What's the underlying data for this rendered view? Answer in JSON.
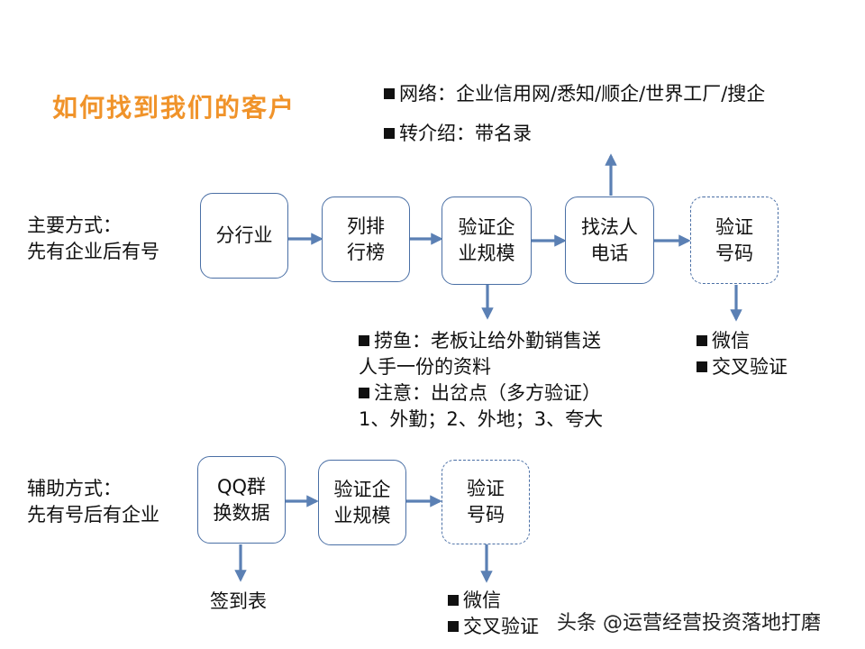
{
  "title": "如何找到我们的客户",
  "top_notes": {
    "line1": "网络：企业信用网/悉知/顺企/世界工厂/搜企",
    "line2": "转介绍：带名录"
  },
  "main_method": {
    "label_line1": "主要方式：",
    "label_line2": "先有企业后有号",
    "steps": [
      {
        "line1": "分行业",
        "line2": ""
      },
      {
        "line1": "列排",
        "line2": "行榜"
      },
      {
        "line1": "验证企",
        "line2": "业规模"
      },
      {
        "line1": "找法人",
        "line2": "电话"
      },
      {
        "line1": "验证",
        "line2": "号码"
      }
    ],
    "fishing_notes": {
      "line1": "捞鱼：老板让给外勤销售送",
      "line2": "人手一份的资料",
      "line3": "注意：出岔点（多方验证）",
      "line4": "1、外勤；2、外地；3、夸大"
    },
    "verify_notes": {
      "line1": "微信",
      "line2": "交叉验证"
    }
  },
  "aux_method": {
    "label_line1": "辅助方式：",
    "label_line2": "先有号后有企业",
    "steps": [
      {
        "line1": "QQ群",
        "line2": "换数据"
      },
      {
        "line1": "验证企",
        "line2": "业规模"
      },
      {
        "line1": "验证",
        "line2": "号码"
      }
    ],
    "signin": "签到表",
    "verify_notes": {
      "line1": "微信",
      "line2": "交叉验证"
    }
  },
  "watermark": "头条 @运营经营投资落地打磨",
  "colors": {
    "title": "#f0932a",
    "border": "#4a6fa5",
    "arrow": "#5b80b4"
  }
}
